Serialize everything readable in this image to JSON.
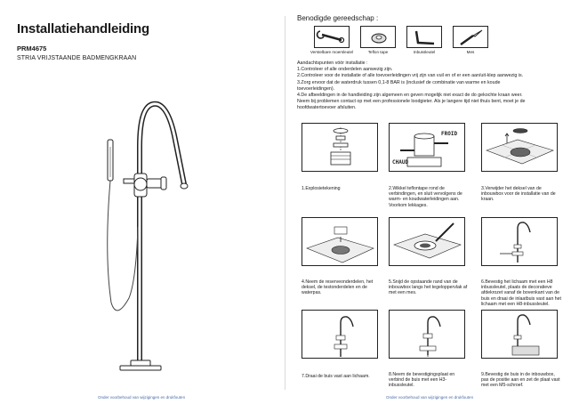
{
  "left": {
    "title": "Installatiehandleiding",
    "product_code": "PRM4675",
    "product_name": "STRIA VRIJSTAANDE BADMENGKRAAN",
    "footer": "Onder voorbehoud van wijzigingen en drukfouten"
  },
  "right": {
    "tools_title": "Benodigde gereedschap :",
    "tools": [
      {
        "label": "Verstelbare moersleutel"
      },
      {
        "label": "Teflon tape"
      },
      {
        "label": "Inbussleutel"
      },
      {
        "label": "Mes"
      }
    ],
    "notes_title": "Aandachtspunten vóór installatie :",
    "notes": [
      "1.Controleer of alle onderdelen aanwezig zijn.",
      "2.Controleer voor de installatie of alle toevoerleidingen vrij zijn van vuil en of er een aan/uit-klep aanwezig is.",
      "3.Zorg ervoor dat de waterdruk tussen 0,1-8 BAR is (inclusief de combinatie van warme en koude",
      "toevoerleidingen).",
      "4.De afbeeldingen in de handleiding zijn algemeen en geven mogelijk niet exact de do gekochte kraan weer.",
      "Neem bij problemen contact op met een professionele loodgieter. Als je langere tijd niet thuis bent, moet je de",
      "hoofdwatertoevoer afsluiten."
    ],
    "steps": [
      {
        "caption": "1.Explosietekening"
      },
      {
        "caption": "2.Wikkel teflontape rond de verbindingen, en sluit vervolgens de warm- en koudwaterleidingen aan. Voorkom lekkages.",
        "label_cold": "FROID",
        "label_hot": "CHAUD"
      },
      {
        "caption": "3.Verwijder het deksel van de inbouwbox voor de installatie van de kraan."
      },
      {
        "caption": "4.Neem de reserveonderdelen, het deksel, de testonderdelen en de waterpas."
      },
      {
        "caption": "5.Snijd de opstaande rand van de inbouwbox langs het tegeloppervlak af met een mes."
      },
      {
        "caption": "6.Bevestig het lichaam met een H8 inbussleutel, plaats de decoratieve afdekrozet vanaf de bovenkant van de buis en draai de inlaatbuis vast aan het lichaam met een H8-inbussleutel."
      },
      {
        "caption": "7.Draai de buis vast aan lichaam."
      },
      {
        "caption": "8.Neem de bevestigingsplaat en verbind de buis met een H3-inbussleutel."
      },
      {
        "caption": "9.Bevestig de buis in de inbouwbox, pas de positie aan en zet de plaat vast met een M5-schroef."
      }
    ],
    "footer": "Onder voorbehoud van wijzigingen en drukfouten"
  }
}
